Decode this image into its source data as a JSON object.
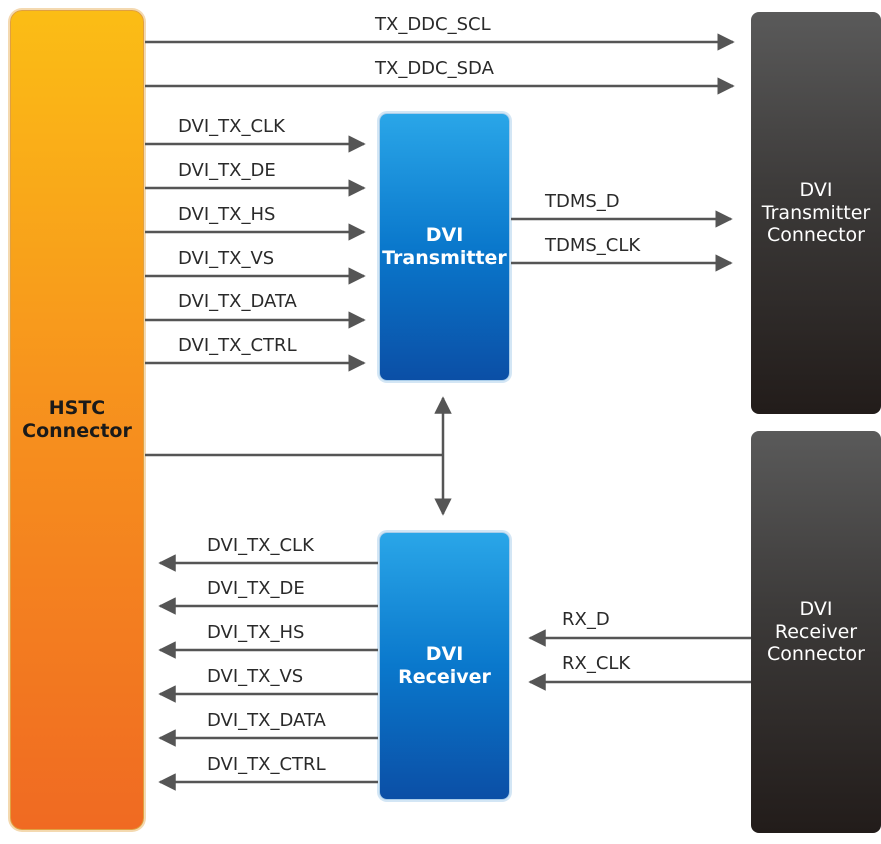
{
  "blocks": {
    "hstc": {
      "line1": "HSTC",
      "line2": "Connector"
    },
    "dvi_transmitter": {
      "line1": "DVI",
      "line2": "Transmitter"
    },
    "dvi_receiver": {
      "line1": "DVI",
      "line2": "Receiver"
    },
    "tx_connector": {
      "line1": "DVI",
      "line2": "Transmitter",
      "line3": "Connector"
    },
    "rx_connector": {
      "line1": "DVI",
      "line2": "Receiver",
      "line3": "Connector"
    }
  },
  "signals": {
    "ddc": [
      "TX_DDC_SCL",
      "TX_DDC_SDA"
    ],
    "tx_in": [
      "DVI_TX_CLK",
      "DVI_TX_DE",
      "DVI_TX_HS",
      "DVI_TX_VS",
      "DVI_TX_DATA",
      "DVI_TX_CTRL"
    ],
    "tx_out": [
      "TDMS_D",
      "TDMS_CLK"
    ],
    "rx_out": [
      "DVI_TX_CLK",
      "DVI_TX_DE",
      "DVI_TX_HS",
      "DVI_TX_VS",
      "DVI_TX_DATA",
      "DVI_TX_CTRL"
    ],
    "rx_in": [
      "RX_D",
      "RX_CLK"
    ]
  },
  "colors": {
    "hstc": "#f7941d",
    "dvi_block": "#0a78cc",
    "connector": "#3c3a39",
    "wire": "#555555"
  }
}
